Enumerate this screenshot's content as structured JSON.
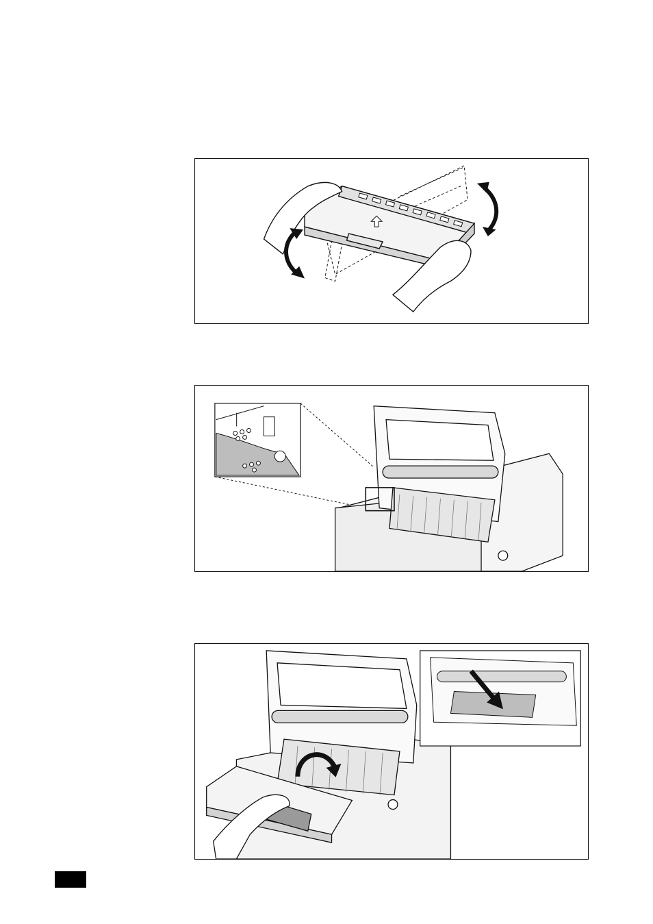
{
  "figures": [
    {
      "id": "fig1",
      "depicts": "hands-shaking-toner-cartridge"
    },
    {
      "id": "fig2",
      "depicts": "printer-open-cover-with-inset-detail"
    },
    {
      "id": "fig3",
      "depicts": "inserting-toner-cartridge-with-inset"
    }
  ],
  "colors": {
    "line": "#111111",
    "shade": "#cfcfcf",
    "light": "#ececec",
    "tab": "#000000"
  },
  "page_tab": {
    "label": ""
  }
}
